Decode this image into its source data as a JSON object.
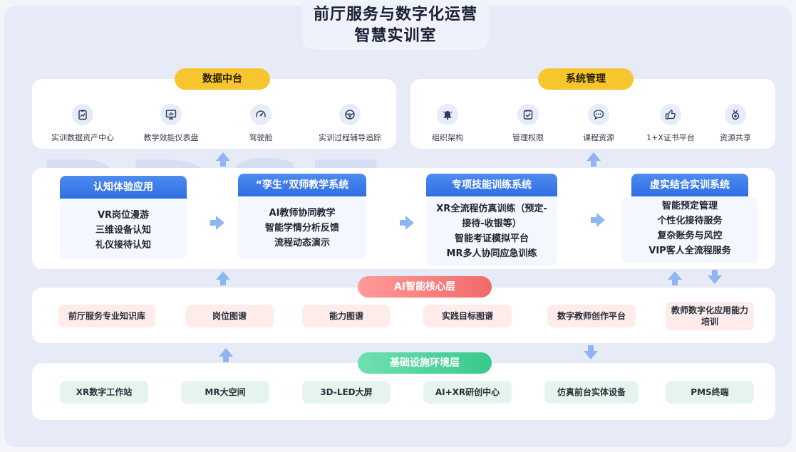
{
  "title": {
    "line1": "前厅服务与数字化运营",
    "line2": "智慧实训室"
  },
  "watermark": "RDSE",
  "data_center": {
    "label": "数据中台",
    "items": [
      {
        "label": "实训数据资产中心",
        "icon": "clipboard-chart-icon"
      },
      {
        "label": "教学效能仪表盘",
        "icon": "monitor-chart-icon"
      },
      {
        "label": "驾驶舱",
        "icon": "gauge-icon"
      },
      {
        "label": "实训过程辅导追踪",
        "icon": "steering-wheel-icon"
      }
    ]
  },
  "system_mgmt": {
    "label": "系统管理",
    "items": [
      {
        "label": "组织架构",
        "icon": "bell-icon"
      },
      {
        "label": "管理权限",
        "icon": "clipboard-check-icon"
      },
      {
        "label": "课程资源",
        "icon": "chat-bubble-icon"
      },
      {
        "label": "1+X证书平台",
        "icon": "thumbs-up-icon"
      },
      {
        "label": "资源共享",
        "icon": "medal-icon"
      }
    ]
  },
  "systems": [
    {
      "title": "认知体验应用",
      "lines": [
        "VR岗位漫游",
        "三维设备认知",
        "礼仪接待认知"
      ]
    },
    {
      "title": "“孪生”双师教学系统",
      "lines": [
        "AI教师协同教学",
        "智能学情分析反馈",
        "流程动态演示"
      ]
    },
    {
      "title": "专项技能训练系统",
      "lines": [
        "XR全流程仿真训练（预定-",
        "接待-收银等）",
        "智能考证模拟平台",
        "MR多人协同应急训练"
      ]
    },
    {
      "title": "虚实结合实训系统",
      "lines": [
        "智能预定管理",
        "个性化接待服务",
        "复杂账务与风控",
        "VIP客人全流程服务"
      ]
    }
  ],
  "ai_core": {
    "label": "AI智能核心层",
    "items": [
      "前厅服务专业知识库",
      "岗位图谱",
      "能力图谱",
      "实践目标图谱",
      "数字教师创作平台",
      "教师数字化应用能力培训"
    ]
  },
  "infra": {
    "label": "基础设施环境层",
    "items": [
      "XR数字工作站",
      "MR大空间",
      "3D-LED大屏",
      "AI+XR研创中心",
      "仿真前台实体设备",
      "PMS终端"
    ]
  },
  "colors": {
    "accent_blue": "#2f6fe2",
    "pill_yellow": "#f7c52e",
    "pill_red": "#f26a6a",
    "pill_green": "#38c98c",
    "chip_pink": "#fdecea",
    "chip_green": "#e6f4ee",
    "arrow_blue": "#8fb6f2"
  }
}
